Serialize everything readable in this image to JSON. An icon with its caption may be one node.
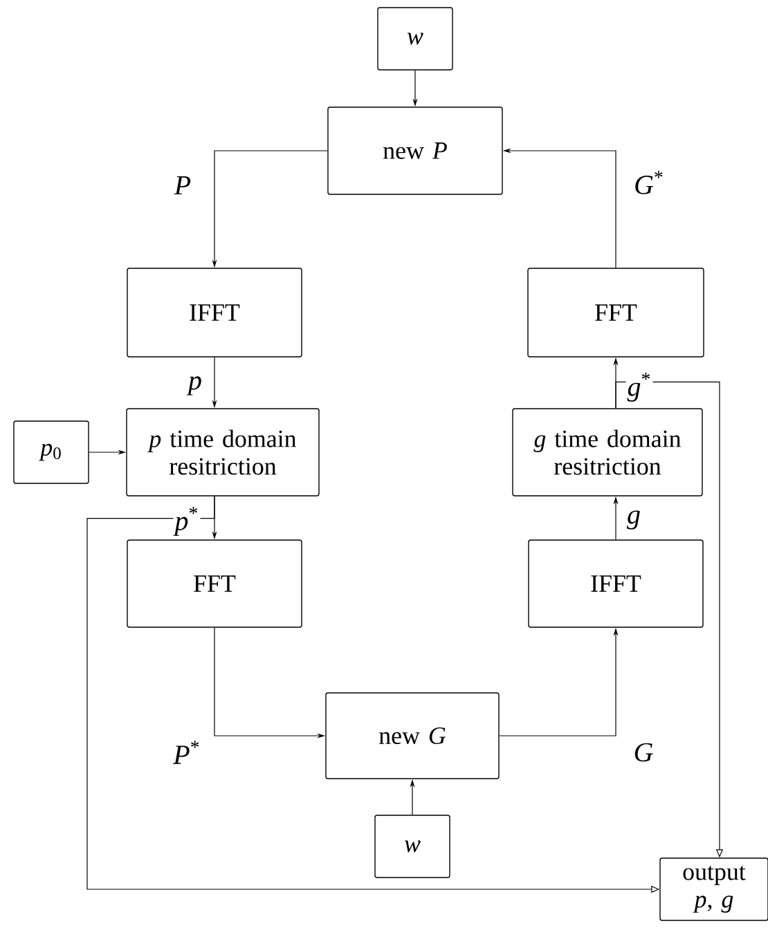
{
  "diagram": {
    "nodes": [
      {
        "text": [
          "*w*"
        ]
      },
      {
        "text": [
          "new *P*"
        ]
      },
      {
        "text": [
          "IFFT"
        ]
      },
      {
        "text": [
          "*p* time domain resitriction"
        ]
      },
      {
        "text": [
          "*p*$_{0}$"
        ]
      },
      {
        "text": [
          "FFT"
        ]
      },
      {
        "text": [
          "new *G*"
        ]
      },
      {
        "text": [
          "*w*"
        ]
      },
      {
        "text": [
          "IFFT"
        ]
      },
      {
        "text": [
          "*g* time domain resitriction"
        ]
      },
      {
        "text": [
          "FFT"
        ]
      },
      {
        "text": [
          "output *p*, *g*"
        ]
      }
    ],
    "edges": [
      {
        "from": 0,
        "to": 1,
        "arrow": "to"
      },
      {
        "from": 1,
        "to": 2,
        "arrow": "to",
        "label": "*P*"
      },
      {
        "from": 2,
        "to": 3,
        "arrow": "to",
        "label": "*p*"
      },
      {
        "from": 4,
        "to": 3,
        "arrow": "to"
      },
      {
        "from": 3,
        "to": 5,
        "arrow": "to",
        "label": "*p*$^{*}$"
      },
      {
        "from": 5,
        "to": 6,
        "arrow": "to",
        "label": "*P*$^{*}$"
      },
      {
        "from": 7,
        "to": 6,
        "arrow": "to"
      },
      {
        "from": 6,
        "to": 8,
        "arrow": "to",
        "label": "*G*"
      },
      {
        "from": 8,
        "to": 9,
        "arrow": "to",
        "label": "*g*"
      },
      {
        "from": 9,
        "to": 10,
        "arrow": "to",
        "label": "*g*$^{*}$"
      },
      {
        "from": 10,
        "to": 1,
        "arrow": "to",
        "label": "*G*$^{*}$"
      },
      {
        "from": 3,
        "to": 11,
        "arrow": "to"
      },
      {
        "from": 9,
        "to": 11,
        "arrow": "to"
      }
    ]
  }
}
